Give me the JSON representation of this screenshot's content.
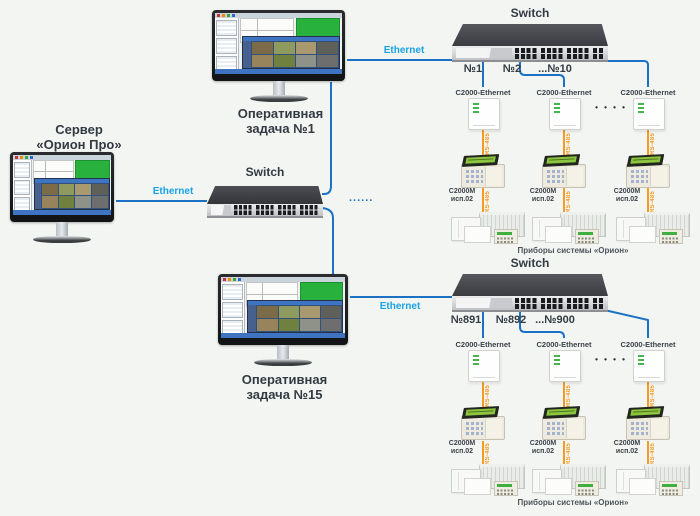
{
  "theme": {
    "bg": "#f3f5f2",
    "line_blue": "#1b72c4",
    "label_blue": "#18a3e6",
    "orange": "#f59b25",
    "text_dark": "#333a42",
    "screen_green": "#28b13c",
    "lcd_green": "#8cc63f"
  },
  "server": {
    "label_line1": "Сервер",
    "label_line2": "«Орион Про»"
  },
  "workstations": [
    {
      "line1": "Оперативная",
      "line2": "задача №1"
    },
    {
      "line1": "Оперативная",
      "line2": "задача №15"
    }
  ],
  "central_switch": {
    "label": "Switch"
  },
  "ethernet_labels": [
    "Ethernet",
    "Ethernet",
    "Ethernet"
  ],
  "continuation": {
    "line_dots": "......",
    "device_dots": "•  •  •  •"
  },
  "sections": [
    {
      "switch_label": "Switch",
      "ports": [
        "№1",
        "№2",
        "...№10"
      ],
      "device_label": "C2000-Ethernet",
      "bus_label": "RS-485",
      "keypad_line1": "C2000M",
      "keypad_line2": "исп.02",
      "cluster_caption": "Приборы системы «Орион»"
    },
    {
      "switch_label": "Switch",
      "ports": [
        "№891",
        "№892",
        "...№900"
      ],
      "device_label": "C2000-Ethernet",
      "bus_label": "RS-485",
      "keypad_line1": "C2000M",
      "keypad_line2": "исп.02",
      "cluster_caption": "Приборы системы «Орион»"
    }
  ]
}
